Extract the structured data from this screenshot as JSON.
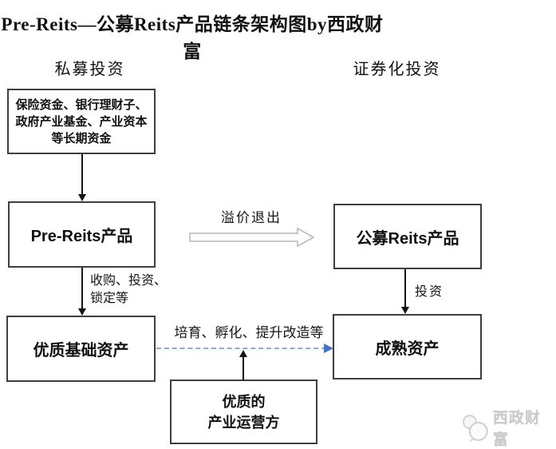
{
  "title": "Pre-Reits—公募Reits产品链条架构图by西政财富",
  "columns": {
    "left_header": "私募投资",
    "right_header": "证券化投资"
  },
  "boxes": {
    "funds": "保险资金、银行理财子、政府产业基金、产业资本等长期资金",
    "pre_reits": "Pre-Reits产品",
    "public_reits": "公募Reits产品",
    "base_assets": "优质基础资产",
    "mature_assets": "成熟资产",
    "operator_line1": "优质的",
    "operator_line2": "产业运营方"
  },
  "arrows": {
    "premium_exit": "溢价退出",
    "acquire_line1": "收购、投资、",
    "acquire_line2": "锁定等",
    "invest": "投资",
    "cultivate": "培育、孵化、提升改造等"
  },
  "watermark": {
    "label": "西政财富",
    "icon": "wechat-icon"
  },
  "colors": {
    "box_border": "#3f3f3f",
    "arrow_black": "#141414",
    "hollow_arrow_outline": "#b5b5b5",
    "dashed_blue": "#8ea9db",
    "dashed_arrowhead": "#4472c4",
    "watermark_gray": "#c9c9c9"
  }
}
